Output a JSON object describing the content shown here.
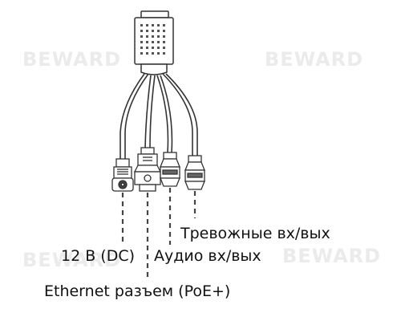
{
  "watermark": "BEWARD",
  "labels": {
    "alarm": "Тревожные вх/вых",
    "power": "12 В (DC)",
    "audio": "Аудио вх/вых",
    "ethernet": "Ethernet разъем (PoE+)"
  },
  "colors": {
    "line": "#333333",
    "label": "#111111",
    "watermark": "#ebebeb",
    "dashed": "#444444"
  },
  "icons": {
    "connector_body": "connector-body-icon",
    "power_plug": "dc-power-plug-icon",
    "rj45": "rj45-connector-icon",
    "audio": "audio-connector-icon",
    "alarm": "alarm-connector-icon"
  }
}
